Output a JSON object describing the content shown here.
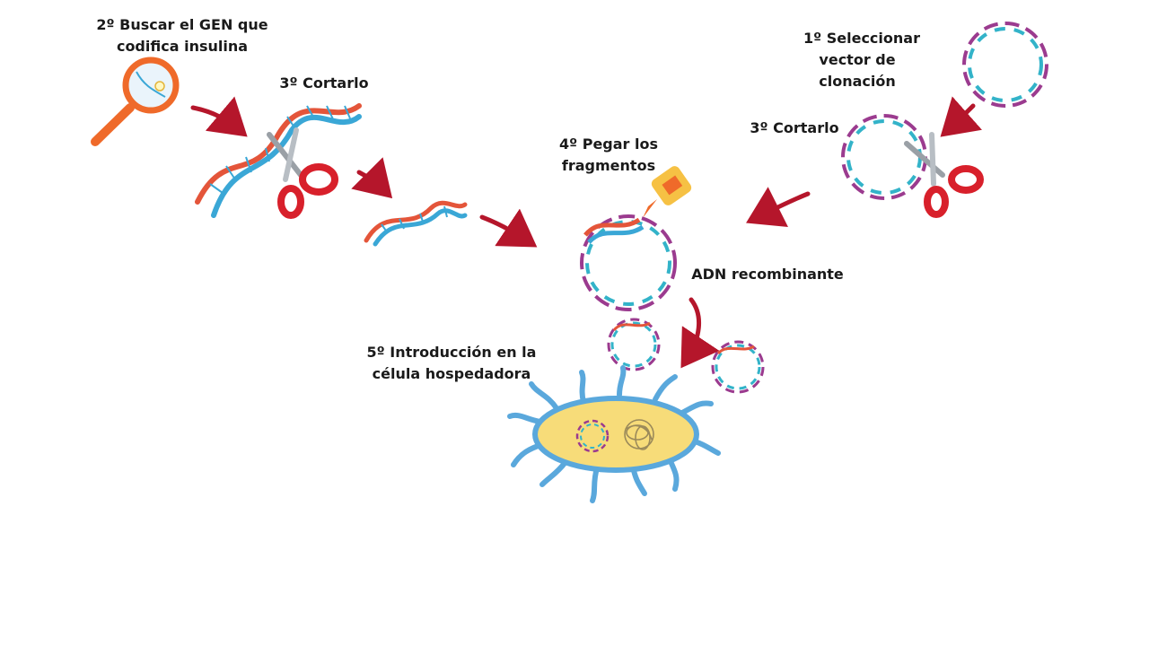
{
  "labels": {
    "step2_line1": "2º Buscar el GEN que",
    "step2_line2": "codifica insulina",
    "step3_left": "3º Cortarlo",
    "step1_line1": "1º Seleccionar",
    "step1_line2": "vector de",
    "step1_line3": "clonación",
    "step3_right": "3º Cortarlo",
    "step4_line1": "4º Pegar los",
    "step4_line2": "fragmentos",
    "recombinant": "ADN recombinante",
    "step5_line1": "5º Introducción en la",
    "step5_line2": "célula hospedadora"
  },
  "colors": {
    "arrow": "#b5162b",
    "helix_red": "#e4553a",
    "helix_blue": "#3aa7d6",
    "plasmid_purple": "#9b3b8f",
    "plasmid_teal": "#33b3c9",
    "cell_fill": "#f7dc79",
    "cell_membrane": "#5aa8dc",
    "scissors_red": "#d8202b",
    "magnifier_orange": "#ef6a2a",
    "glue_yellow": "#f6c144"
  },
  "icons": [
    "magnifier-icon",
    "scissors-icon",
    "dna-helix-icon",
    "plasmid-icon",
    "glue-bottle-icon",
    "bacterium-icon"
  ]
}
